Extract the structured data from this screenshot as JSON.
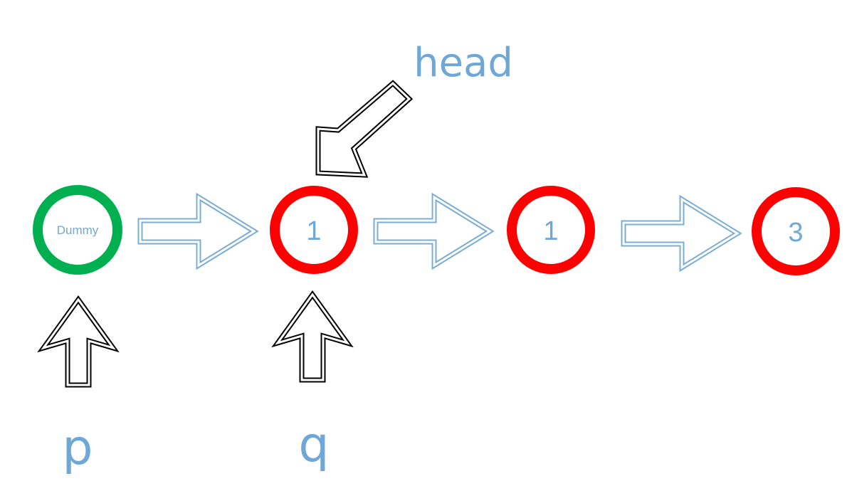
{
  "colors": {
    "accent_text": "#6fa8d6",
    "dummy_node": "#00b050",
    "list_node": "#ff0000",
    "link_arrow": "#7aadd4",
    "pointer_arrow": "#000000"
  },
  "nodes": [
    {
      "id": "dummy",
      "label": "Dummy",
      "kind": "dummy"
    },
    {
      "id": "n1",
      "label": "1",
      "kind": "list"
    },
    {
      "id": "n2",
      "label": "1",
      "kind": "list"
    },
    {
      "id": "n3",
      "label": "3",
      "kind": "list"
    }
  ],
  "pointers": [
    {
      "label": "head",
      "target": "n1",
      "icon": "arrow-down-left-icon"
    },
    {
      "label": "p",
      "target": "dummy",
      "icon": "arrow-up-icon"
    },
    {
      "label": "q",
      "target": "n1",
      "icon": "arrow-up-icon"
    }
  ],
  "links": [
    {
      "from": "dummy",
      "to": "n1",
      "icon": "arrow-right-icon"
    },
    {
      "from": "n1",
      "to": "n2",
      "icon": "arrow-right-icon"
    },
    {
      "from": "n2",
      "to": "n3",
      "icon": "arrow-right-icon"
    }
  ]
}
